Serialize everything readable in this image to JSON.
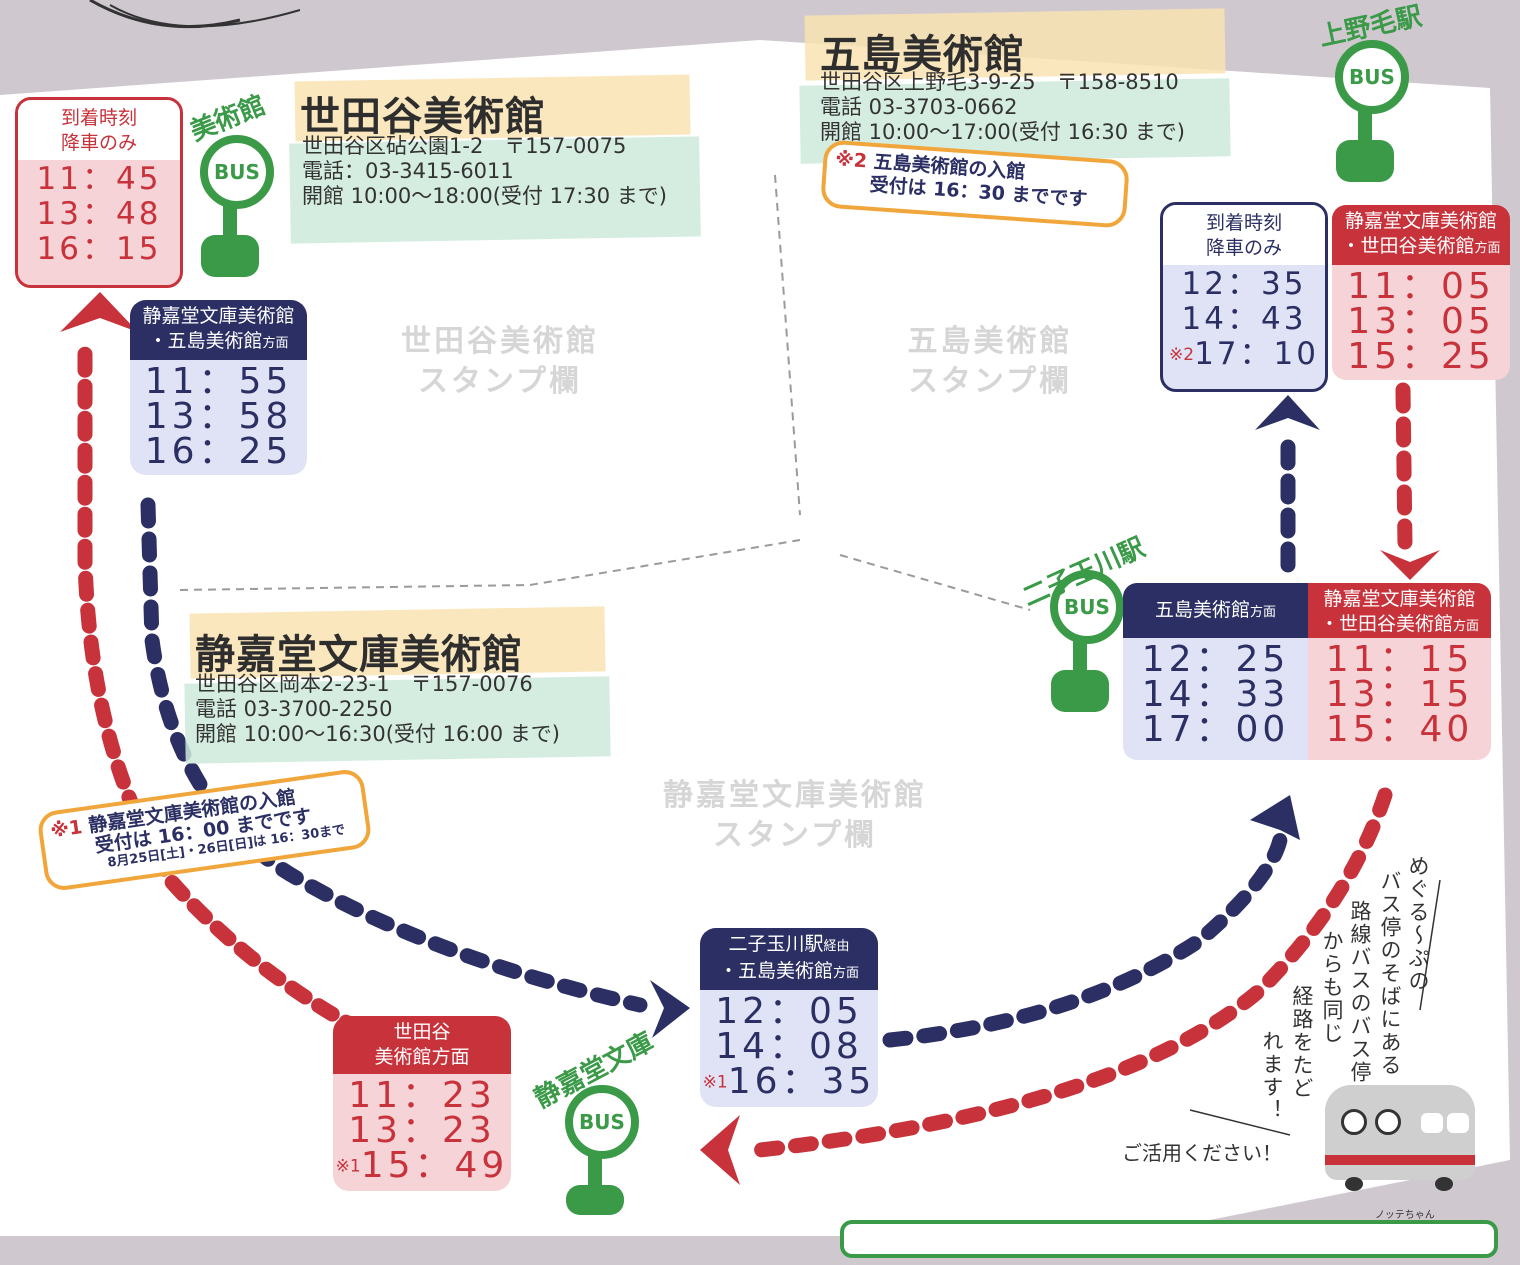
{
  "museums": {
    "setagaya": {
      "name": "世田谷美術館",
      "address": "世田谷区砧公園1-2　〒157-0075",
      "tel": "電話：03-3415-6011",
      "hours": "開館 10:00～18:00(受付 17:30 まで)",
      "stamp_line1": "世田谷美術館",
      "stamp_line2": "スタンプ欄"
    },
    "goto": {
      "name": "五島美術館",
      "address": "世田谷区上野毛3-9-25　〒158-8510",
      "tel": "電話 03-3703-0662",
      "hours": "開館 10:00～17:00(受付 16:30 まで)",
      "stamp_line1": "五島美術館",
      "stamp_line2": "スタンプ欄"
    },
    "seikado": {
      "name": "静嘉堂文庫美術館",
      "address": "世田谷区岡本2-23-1　〒157-0076",
      "tel": "電話 03-3700-2250",
      "hours": "開館 10:00～16:30(受付 16:00 まで)",
      "stamp_line1": "静嘉堂文庫美術館",
      "stamp_line2": "スタンプ欄"
    }
  },
  "stops": {
    "bijutsukan": "美術館",
    "kaminoge": "上野毛駅",
    "futako": "二子玉川駅",
    "seikado": "静嘉堂文庫",
    "bus_label": "BUS"
  },
  "timetables": {
    "setagaya_arrival": {
      "head1": "到着時刻",
      "head2": "降車のみ",
      "times": [
        "11：45",
        "13：48",
        "16：15"
      ]
    },
    "setagaya_depart": {
      "head1": "静嘉堂文庫美術館",
      "head2": "・五島美術館",
      "head2_small": "方面",
      "times": [
        "11：55",
        "13：58",
        "16：25"
      ]
    },
    "kaminoge_arrival": {
      "head1": "到着時刻",
      "head2": "降車のみ",
      "times": [
        "12：35",
        "14：43",
        "17：10"
      ],
      "note_mark": "※2"
    },
    "kaminoge_depart": {
      "head1": "静嘉堂文庫美術館",
      "head2": "・世田谷美術館",
      "head2_small": "方面",
      "times": [
        "11：05",
        "13：05",
        "15：25"
      ]
    },
    "futako_goto": {
      "head1": "五島美術館",
      "head1_small": "方面",
      "times": [
        "12：25",
        "14：33",
        "17：00"
      ]
    },
    "futako_setagaya": {
      "head1": "静嘉堂文庫美術館",
      "head2": "・世田谷美術館",
      "head2_small": "方面",
      "times": [
        "11：15",
        "13：15",
        "15：40"
      ]
    },
    "seikado_goto": {
      "head1": "二子玉川駅",
      "head1_small": "経由",
      "head2": "・五島美術館",
      "head2_small": "方面",
      "times": [
        "12：05",
        "14：08",
        "16：35"
      ],
      "note_mark": "※1"
    },
    "seikado_setagaya": {
      "head1": "世田谷",
      "head2": "美術館方面",
      "times": [
        "11：23",
        "13：23",
        "15：49"
      ],
      "note_mark": "※1"
    }
  },
  "notes": {
    "note1_mark": "※1",
    "note1_line1": "静嘉堂文庫美術館の入館",
    "note1_line2": "受付は 16：00 までです",
    "note1_line3": "8月25日[土]・26日[日]は 16：30まで",
    "note2_mark": "※2",
    "note2_line1": "五島美術館の入館",
    "note2_line2": "受付は 16：30 までです"
  },
  "side_message": {
    "col1": "めぐる～ぷの",
    "col2": "バス停のそばにある",
    "col3": "路線バスのバス停",
    "col4": "からも同じ",
    "col5": "経路をたど",
    "col6": "れます！",
    "footer": "ご活用ください！",
    "mascot": "ノッテちゃん"
  },
  "colors": {
    "navy": "#2b2f63",
    "red": "#c7323b",
    "green": "#3a9a47",
    "orange": "#f0a63b"
  }
}
